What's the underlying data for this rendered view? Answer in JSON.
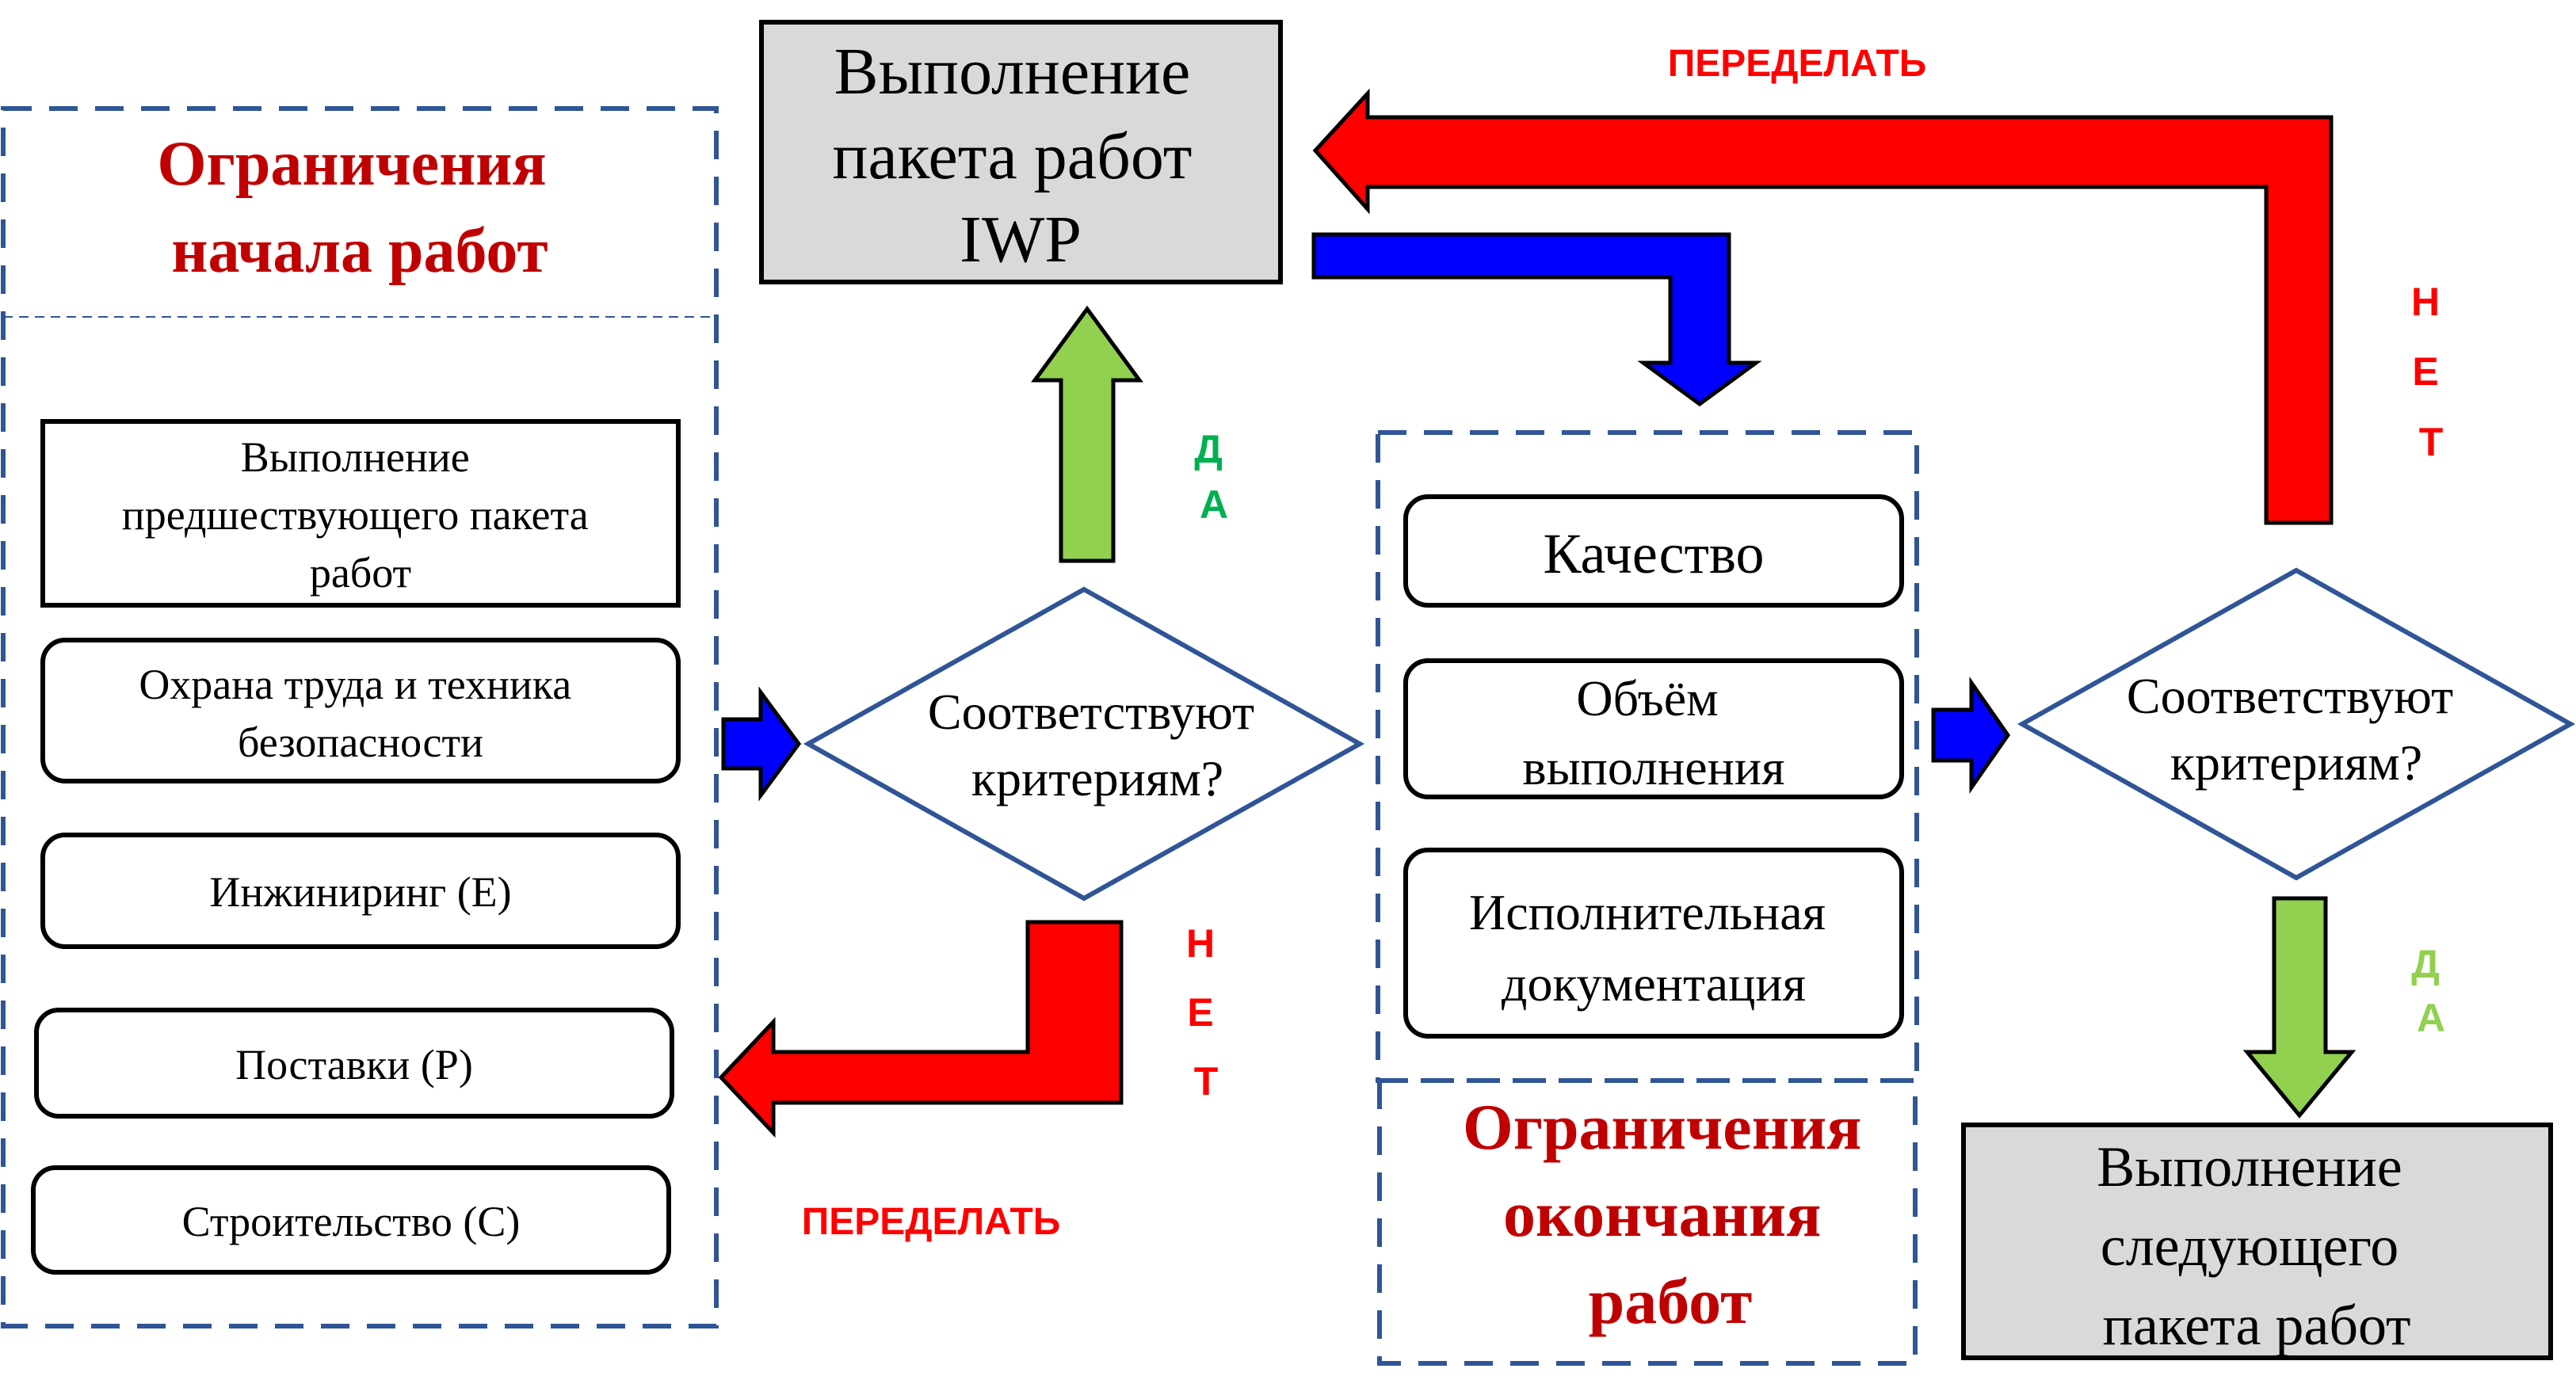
{
  "colors": {
    "dashed_border": "#2F5597",
    "box_border": "#000000",
    "gray_box": "#D9D9D9",
    "diamond_border": "#2F5597",
    "red_arrow": "#FF0000",
    "blue_arrow": "#0000FF",
    "green_arrow": "#92D050",
    "title_red": "#C00000",
    "label_red": "#FF0000",
    "label_green_dark": "#00B050",
    "label_green_light": "#92D050"
  },
  "iwp_box": {
    "lines": [
      "Выполнение",
      "пакета работ",
      "IWP"
    ]
  },
  "start_constraints": {
    "title": [
      "Ограничения",
      "начала работ"
    ],
    "items": [
      [
        "Выполнение",
        "предшествующего пакета",
        "работ"
      ],
      [
        "Охрана труда и техника",
        "безопасности"
      ],
      [
        "Инжиниринг (Е)"
      ],
      [
        "Поставки (Р)"
      ],
      [
        "Строительство (С)"
      ]
    ]
  },
  "decision_left": {
    "lines": [
      "Соответствуют",
      "критериям?"
    ]
  },
  "decision_right": {
    "lines": [
      "Соответствуют",
      "критериям?"
    ]
  },
  "finish_constraints": {
    "title": [
      "Ограничения",
      "окончания",
      "работ"
    ],
    "items": [
      [
        "Качество"
      ],
      [
        "Объём",
        "выполнения"
      ],
      [
        "Исполнительная",
        "документация"
      ]
    ]
  },
  "next_box": {
    "lines": [
      "Выполнение",
      "следующего",
      "пакета работ"
    ]
  },
  "labels": {
    "redo_top": "ПЕРЕДЕЛАТЬ",
    "redo_bottom": "ПЕРЕДЕЛАТЬ",
    "yes_left": [
      "Д",
      "А"
    ],
    "no_left": [
      "Н",
      "Е",
      "Т"
    ],
    "no_right": [
      "Н",
      "Е",
      "Т"
    ],
    "yes_right": [
      "Д",
      "А"
    ]
  }
}
